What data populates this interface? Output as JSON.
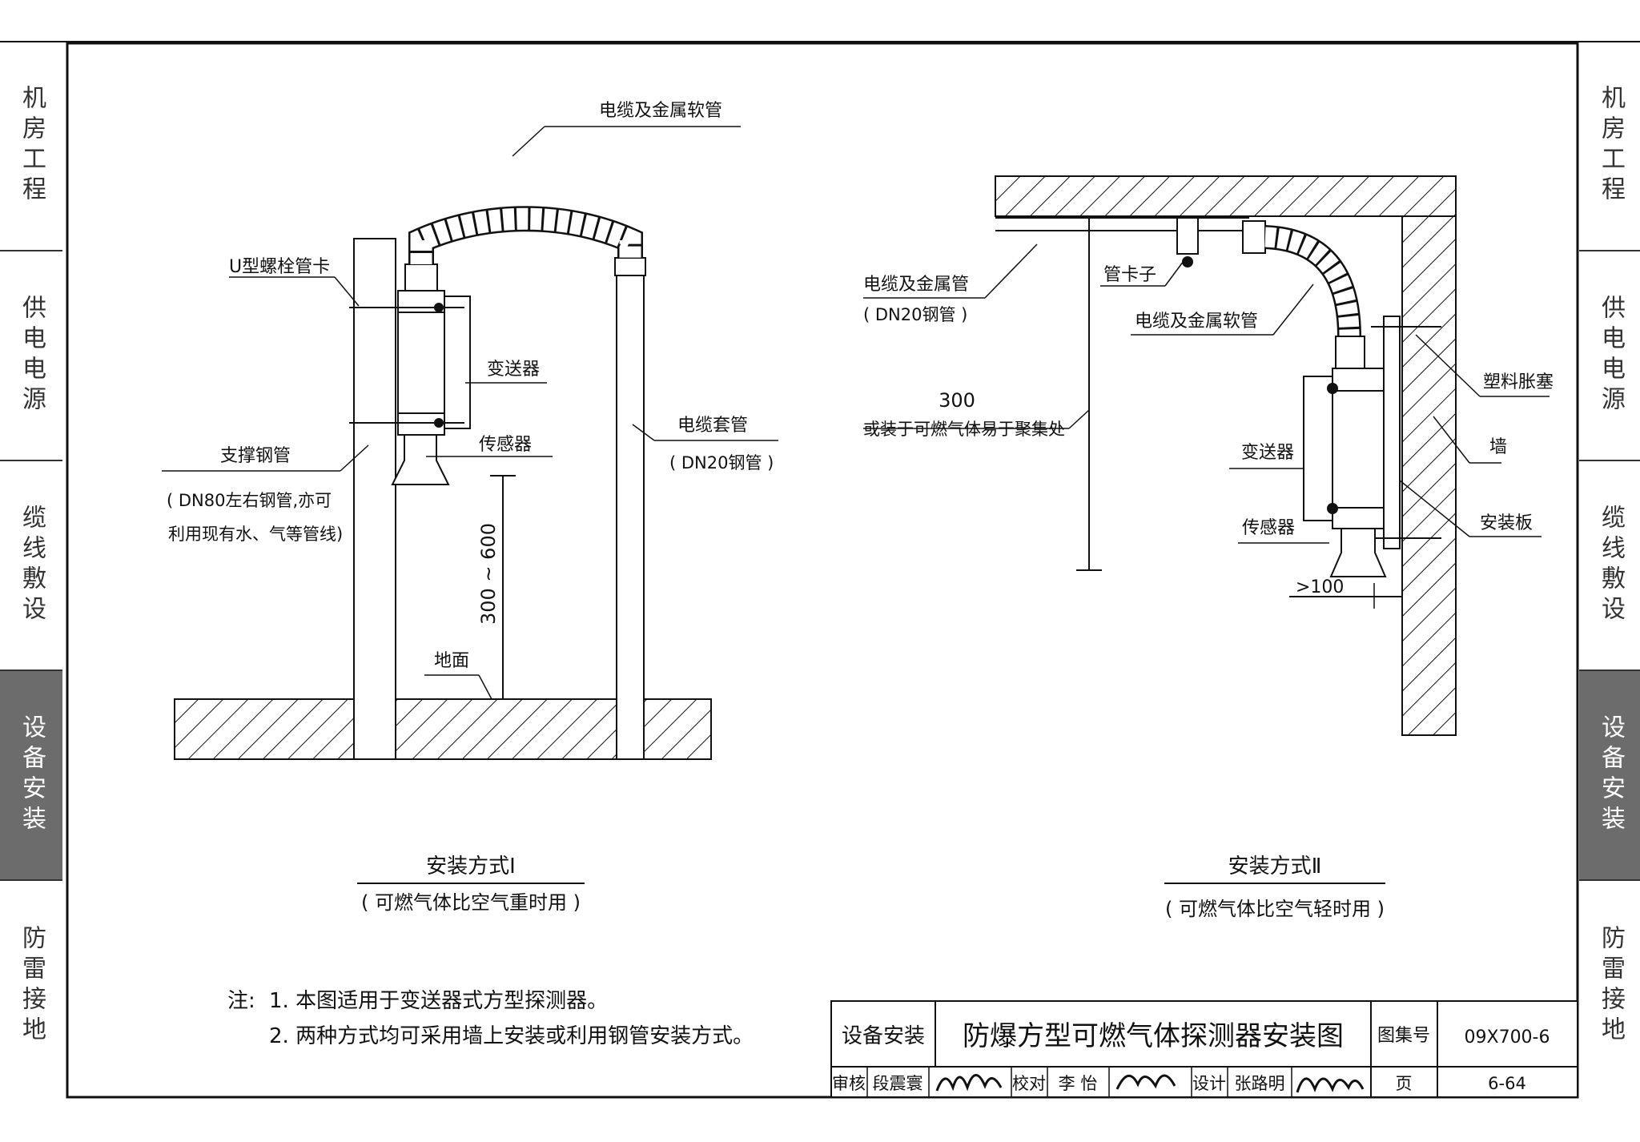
{
  "side_tabs": [
    "机房工程",
    "供电电源",
    "缆线敷设",
    "设备安装",
    "防雷接地"
  ],
  "active_tab": "设备安装",
  "diagram1": {
    "labels": {
      "cable_hose": "电缆及金属软管",
      "u_clamp": "U型螺栓管卡",
      "transmitter": "变送器",
      "sensor": "传感器",
      "support_pipe": "支撑钢管",
      "support_note_1": "( DN80左右钢管,亦可",
      "support_note_2": "利用现有水、气等管线)",
      "sleeve": "电缆套管",
      "sleeve_spec": "( DN20钢管 )",
      "height": "300 ~ 600",
      "ground": "地面"
    },
    "caption_title": "安装方式Ⅰ",
    "caption_sub": "( 可燃气体比空气重时用 )"
  },
  "diagram2": {
    "labels": {
      "cable_pipe": "电缆及金属管",
      "cable_pipe_spec": "( DN20钢管 )",
      "clip": "管卡子",
      "cable_hose": "电缆及金属软管",
      "dim_300": "300",
      "dim_note": "或装于可燃气体易于聚集处",
      "anchor": "塑料胀塞",
      "wall": "墙",
      "transmitter": "变送器",
      "plate": "安装板",
      "sensor": "传感器",
      "dim_100": ">100"
    },
    "caption_title": "安装方式Ⅱ",
    "caption_sub": "( 可燃气体比空气轻时用 )"
  },
  "notes": {
    "prefix": "注:",
    "line1": "1. 本图适用于变送器式方型探测器。",
    "line2": "2. 两种方式均可采用墙上安装或利用钢管安装方式。"
  },
  "title_block": {
    "category": "设备安装",
    "drawing_title": "防爆方型可燃气体探测器安装图",
    "atlas_label": "图集号",
    "atlas_no": "09X700-6",
    "review_label": "审核",
    "reviewer": "段震寰",
    "check_label": "校对",
    "checker": "李 怡",
    "design_label": "设计",
    "designer": "张路明",
    "page_label": "页",
    "page_no": "6-64"
  }
}
